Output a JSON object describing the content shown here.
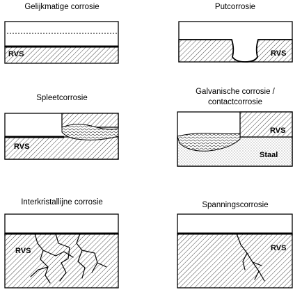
{
  "panels": {
    "uniform": {
      "title": "Gelijkmatige corrosie",
      "material": "RVS"
    },
    "pitting": {
      "title": "Putcorrosie",
      "material": "RVS"
    },
    "crevice": {
      "title": "Spleetcorrosie",
      "material": "RVS"
    },
    "galvanic": {
      "title_line1": "Galvanische corrosie /",
      "title_line2": "contactcorrosie",
      "material_top": "RVS",
      "material_bottom": "Staal"
    },
    "intergranular": {
      "title": "Interkristallijne corrosie",
      "material": "RVS"
    },
    "stress": {
      "title": "Spanningscorrosie",
      "material": "RVS"
    }
  }
}
